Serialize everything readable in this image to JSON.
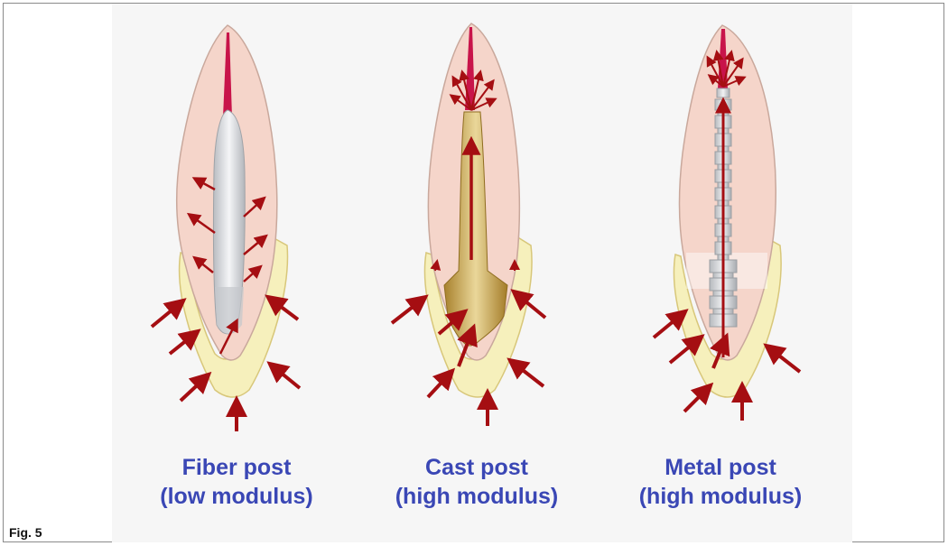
{
  "figure": {
    "label": "Fig. 5"
  },
  "colors": {
    "caption": "#3a47b5",
    "arrow": "#a50e12",
    "crown": "#f5d5ca",
    "bone": "#f6f0bc",
    "pulp": "#c8144a",
    "fiber_post": "#d8dadd",
    "cast_post": "#c7a04b",
    "metal_post": "#d6d9dc"
  },
  "panels": [
    {
      "id": "fiber",
      "name": "Fiber post",
      "detail": "(low modulus)",
      "post_icon": "fiber-post-icon"
    },
    {
      "id": "cast",
      "name": "Cast post",
      "detail": "(high modulus)",
      "post_icon": "cast-post-icon"
    },
    {
      "id": "metal",
      "name": "Metal post",
      "detail": "(high modulus)",
      "post_icon": "metal-post-icon"
    }
  ]
}
